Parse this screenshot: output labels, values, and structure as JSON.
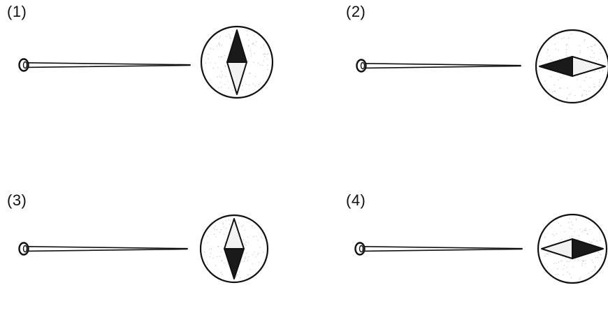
{
  "panels": [
    {
      "label": "(1)",
      "needle": {
        "dark_end": "top",
        "axis": "vertical"
      }
    },
    {
      "label": "(2)",
      "needle": {
        "dark_end": "left",
        "axis": "horizontal"
      }
    },
    {
      "label": "(3)",
      "needle": {
        "dark_end": "bottom",
        "axis": "vertical"
      }
    },
    {
      "label": "(4)",
      "needle": {
        "dark_end": "right",
        "axis": "horizontal"
      }
    }
  ],
  "colors": {
    "ink": "#111111",
    "dark_fill": "#1a1a1a",
    "light_fill": "#f2f2f2",
    "speckle": "#9a9a9a"
  },
  "icons": [
    "pin-icon",
    "wire-icon",
    "compass-icon"
  ]
}
